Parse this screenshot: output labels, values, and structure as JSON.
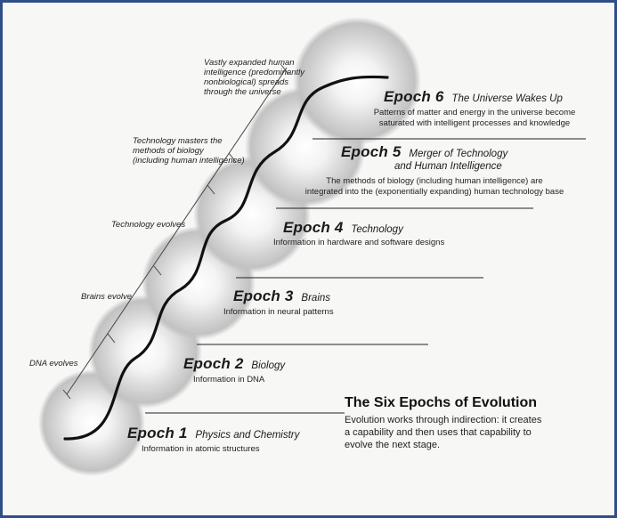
{
  "colors": {
    "frame": "#2f4f86",
    "background": "#f7f7f6",
    "curve": "#111111"
  },
  "side_labels": {
    "dna": "DNA evolves",
    "brains": "Brains evolve",
    "technology": "Technology evolves",
    "masters": [
      "Technology masters the",
      "methods of biology",
      "(including human intelligence)"
    ],
    "expanded": [
      "Vastly expanded human",
      "intelligence (predominantly",
      "nonbiological) spreads",
      "through the universe"
    ]
  },
  "epochs": [
    {
      "number": "Epoch 1",
      "name": "Physics and Chemistry",
      "desc": [
        "Information in atomic structures"
      ]
    },
    {
      "number": "Epoch 2",
      "name": "Biology",
      "desc": [
        "Information in DNA"
      ]
    },
    {
      "number": "Epoch 3",
      "name": "Brains",
      "desc": [
        "Information in neural patterns"
      ]
    },
    {
      "number": "Epoch 4",
      "name": "Technology",
      "desc": [
        "Information in hardware and software designs"
      ]
    },
    {
      "number": "Epoch 5",
      "name": [
        "Merger of  Technology",
        "and Human Intelligence"
      ],
      "desc": [
        "The methods of biology (including human intelligence) are",
        "integrated into the (exponentially expanding) human technology base"
      ]
    },
    {
      "number": "Epoch 6",
      "name": "The Universe Wakes Up",
      "desc": [
        "Patterns of matter and energy in the universe become",
        "saturated with intelligent processes and knowledge"
      ]
    }
  ],
  "summary": {
    "title": "The Six Epochs of Evolution",
    "body": [
      "Evolution works through indirection: it creates",
      "a capability and then uses that capability to",
      "evolve the next stage."
    ]
  }
}
